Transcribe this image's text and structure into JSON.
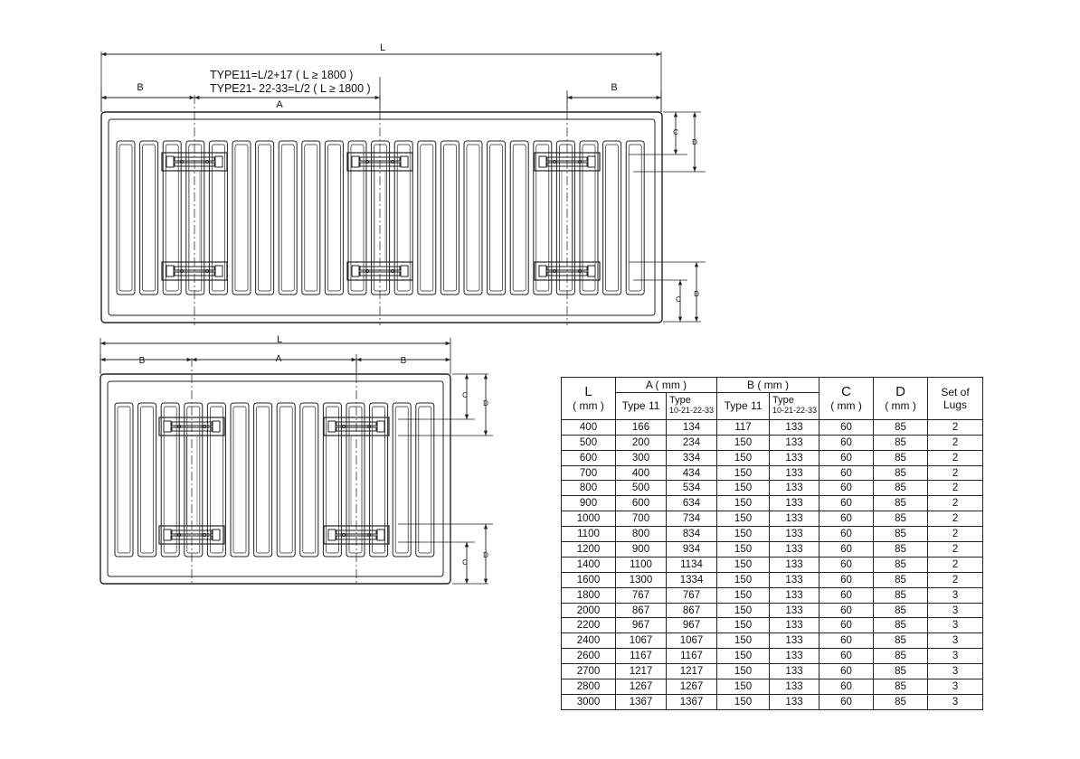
{
  "drawing": {
    "dim_L": "L",
    "dim_A": "A",
    "dim_B": "B",
    "dim_C": "C",
    "dim_D": "D",
    "formula_type11": "TYPE11=L/2+17 ( L ≥ 1800 )",
    "formula_type21": "TYPE21- 22-33=L/2 ( L ≥ 1800 )"
  },
  "table": {
    "headers": {
      "L": "L",
      "L_unit": "( mm )",
      "A": "A ( mm )",
      "B": "B ( mm )",
      "C": "C",
      "C_unit": "( mm )",
      "D": "D",
      "D_unit": "( mm )",
      "lugs_1": "Set of",
      "lugs_2": "Lugs",
      "type11": "Type 11",
      "type_other_1": "Type",
      "type_other_2": "10-21-22-33"
    },
    "rows": [
      [
        "400",
        "166",
        "134",
        "117",
        "133",
        "60",
        "85",
        "2"
      ],
      [
        "500",
        "200",
        "234",
        "150",
        "133",
        "60",
        "85",
        "2"
      ],
      [
        "600",
        "300",
        "334",
        "150",
        "133",
        "60",
        "85",
        "2"
      ],
      [
        "700",
        "400",
        "434",
        "150",
        "133",
        "60",
        "85",
        "2"
      ],
      [
        "800",
        "500",
        "534",
        "150",
        "133",
        "60",
        "85",
        "2"
      ],
      [
        "900",
        "600",
        "634",
        "150",
        "133",
        "60",
        "85",
        "2"
      ],
      [
        "1000",
        "700",
        "734",
        "150",
        "133",
        "60",
        "85",
        "2"
      ],
      [
        "1100",
        "800",
        "834",
        "150",
        "133",
        "60",
        "85",
        "2"
      ],
      [
        "1200",
        "900",
        "934",
        "150",
        "133",
        "60",
        "85",
        "2"
      ],
      [
        "1400",
        "1100",
        "1134",
        "150",
        "133",
        "60",
        "85",
        "2"
      ],
      [
        "1600",
        "1300",
        "1334",
        "150",
        "133",
        "60",
        "85",
        "2"
      ],
      [
        "1800",
        "767",
        "767",
        "150",
        "133",
        "60",
        "85",
        "3"
      ],
      [
        "2000",
        "867",
        "867",
        "150",
        "133",
        "60",
        "85",
        "3"
      ],
      [
        "2200",
        "967",
        "967",
        "150",
        "133",
        "60",
        "85",
        "3"
      ],
      [
        "2400",
        "1067",
        "1067",
        "150",
        "133",
        "60",
        "85",
        "3"
      ],
      [
        "2600",
        "1167",
        "1167",
        "150",
        "133",
        "60",
        "85",
        "3"
      ],
      [
        "2700",
        "1217",
        "1217",
        "150",
        "133",
        "60",
        "85",
        "3"
      ],
      [
        "2800",
        "1267",
        "1267",
        "150",
        "133",
        "60",
        "85",
        "3"
      ],
      [
        "3000",
        "1367",
        "1367",
        "150",
        "133",
        "60",
        "85",
        "3"
      ]
    ]
  }
}
